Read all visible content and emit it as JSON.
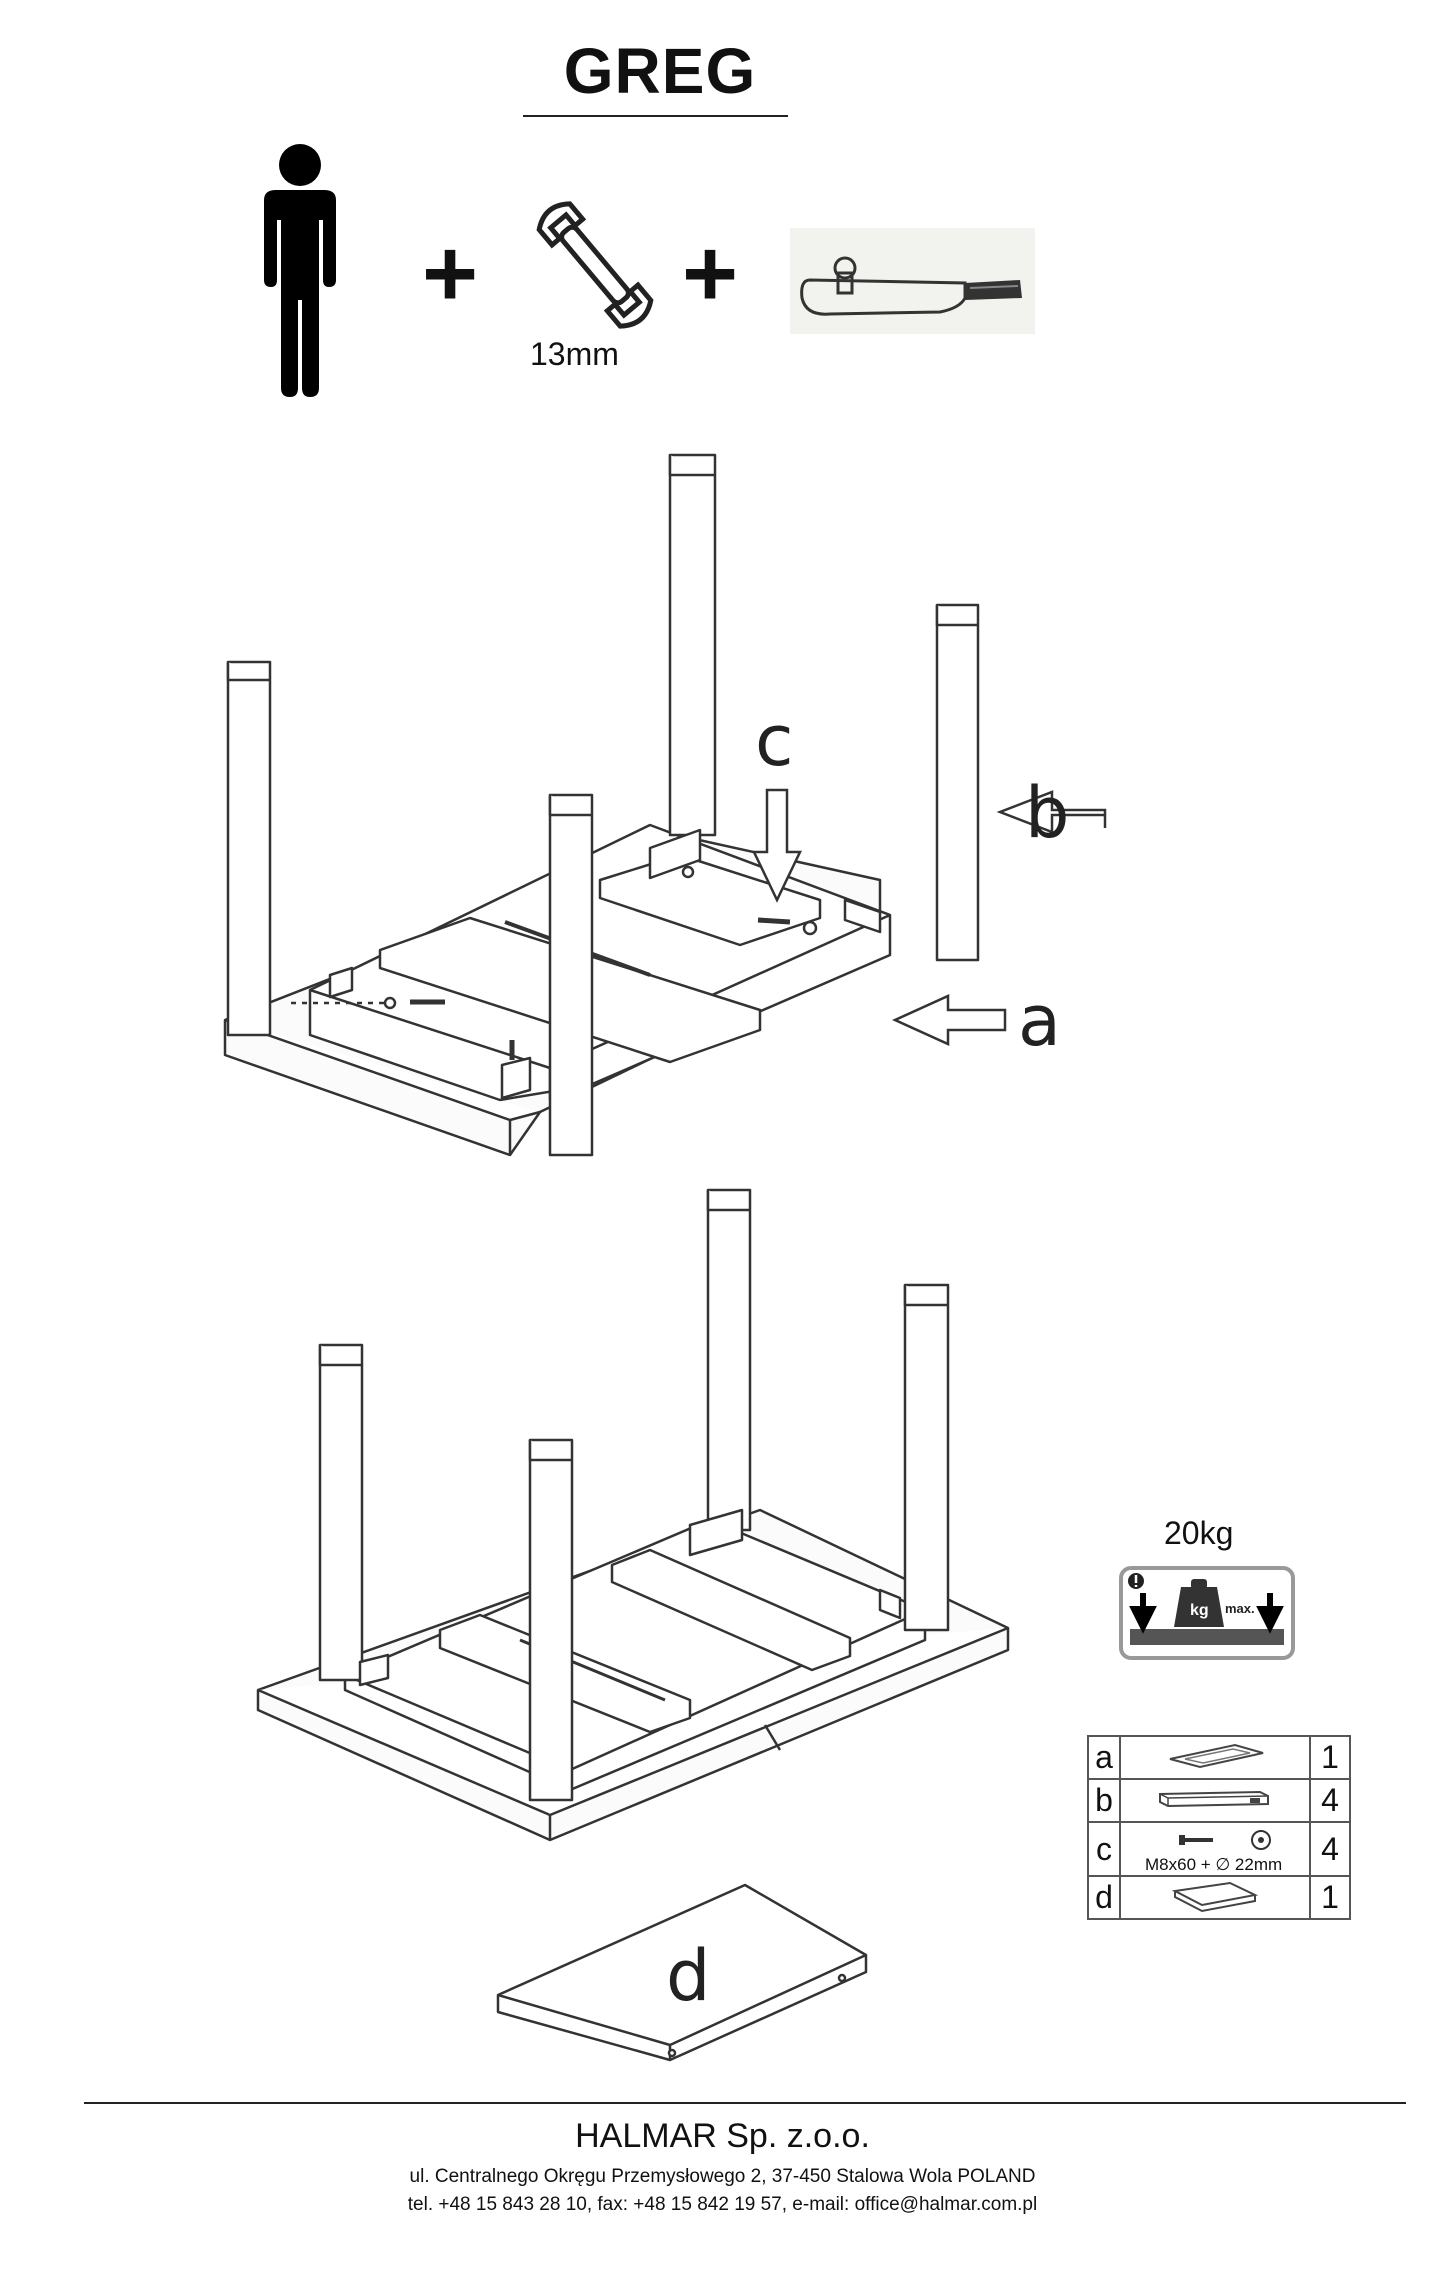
{
  "title": "GREG",
  "tools": {
    "person_icon": "person-icon",
    "wrench_icon": "wrench-icon",
    "knife_icon": "utility-knife-icon",
    "plus": "+",
    "wrench_size": "13mm"
  },
  "step1": {
    "label_a": "a",
    "label_b": "b",
    "label_c": "c"
  },
  "step2": {
    "label_d": "d"
  },
  "weight": {
    "label": "20kg",
    "icon": "max-load-icon",
    "icon_text_kg": "kg",
    "icon_text_max": "max."
  },
  "parts": [
    {
      "letter": "a",
      "qty": "1",
      "icon": "tabletop-frame-icon"
    },
    {
      "letter": "b",
      "qty": "4",
      "icon": "leg-icon"
    },
    {
      "letter": "c",
      "qty": "4",
      "icon": "bolt-washer-icon",
      "spec": "M8x60 + ∅ 22mm"
    },
    {
      "letter": "d",
      "qty": "1",
      "icon": "tabletop-icon"
    }
  ],
  "footer": {
    "company": "HALMAR Sp. z.o.o.",
    "address": "ul. Centralnego Okręgu Przemysłowego 2, 37-450 Stalowa Wola POLAND",
    "contact": "tel. +48 15 843 28 10, fax: +48 15 842 19 57, e-mail: office@halmar.com.pl"
  }
}
